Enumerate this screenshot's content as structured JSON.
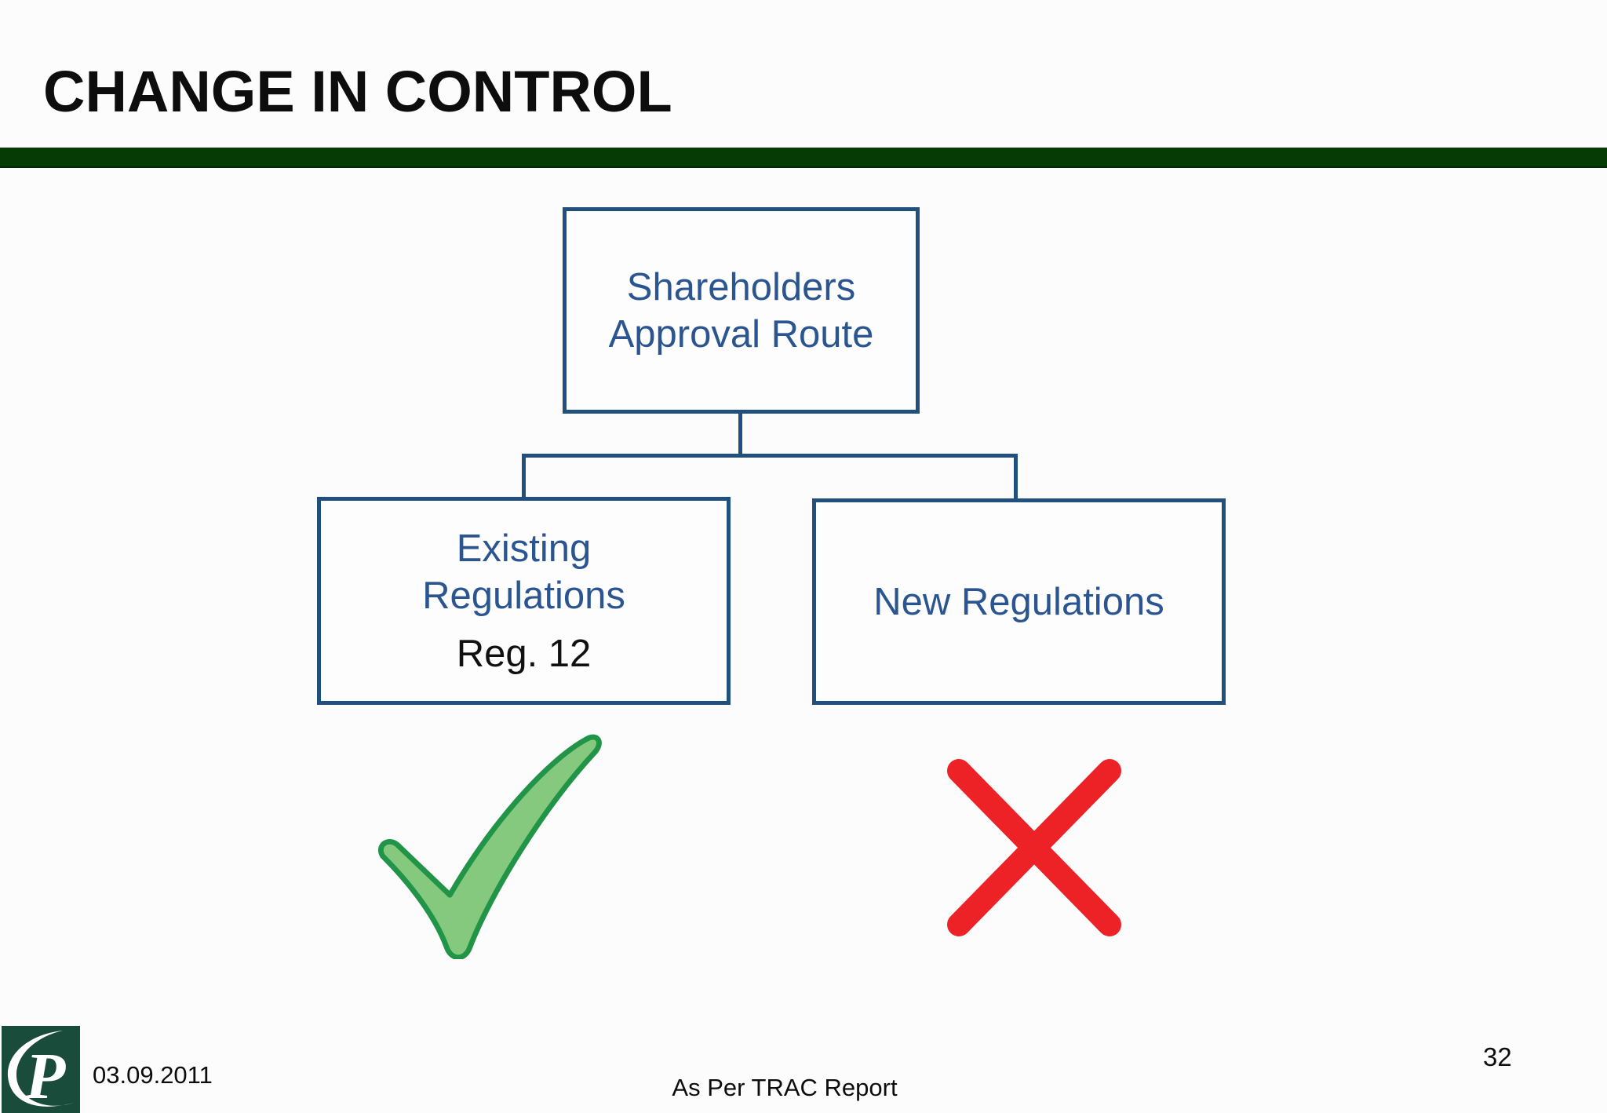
{
  "slide": {
    "title": "CHANGE IN CONTROL"
  },
  "colors": {
    "accent_bar": "#063B06",
    "diagram_line": "#21507F",
    "diagram_text_blue": "#2A5590",
    "note_text": "#111111",
    "check_fill": "#85C97E",
    "check_stroke": "#219447",
    "cross_red": "#EC2227",
    "logo_green": "#1A4C3B"
  },
  "diagram": {
    "root_box": {
      "line1": "Shareholders",
      "line2": "Approval Route"
    },
    "left_box": {
      "line1": "Existing",
      "line2": "Regulations",
      "note": "Reg. 12"
    },
    "right_box": {
      "label": "New Regulations"
    },
    "left_verdict": "approved-check-mark",
    "right_verdict": "rejected-cross-mark"
  },
  "footer": {
    "date": "03.09.2011",
    "caption": "As Per TRAC Report",
    "page_number": "32",
    "logo_letter": "P"
  }
}
